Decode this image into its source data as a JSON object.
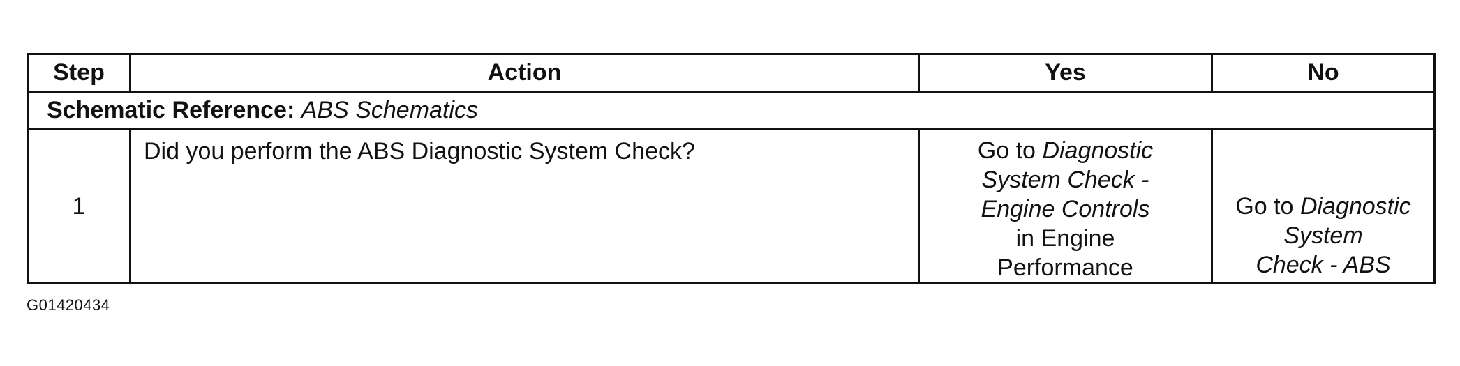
{
  "table": {
    "headers": {
      "step": "Step",
      "action": "Action",
      "yes": "Yes",
      "no": "No"
    },
    "schematic_reference": {
      "label": "Schematic Reference:",
      "value": "ABS Schematics"
    },
    "rows": [
      {
        "step": "1",
        "action": "Did you perform the ABS Diagnostic System Check?",
        "yes": {
          "line1_prefix": "Go to",
          "line1_italic": "Diagnostic",
          "line2": "System Check -",
          "line3": "Engine Controls",
          "line4": "in Engine",
          "line5": "Performance"
        },
        "no": {
          "line1_prefix": "Go to",
          "line1_italic": "Diagnostic",
          "line2": "System",
          "line3": "Check - ABS"
        }
      }
    ]
  },
  "figure_code": "G01420434"
}
